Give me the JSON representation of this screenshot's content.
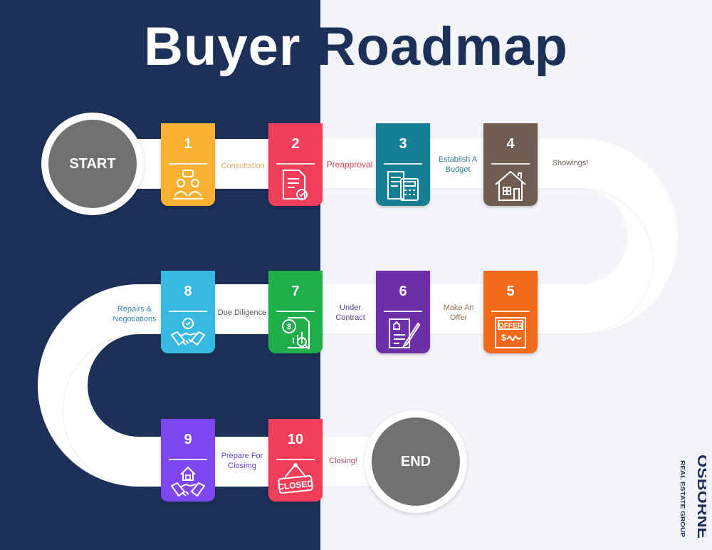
{
  "title": {
    "word1": "Buyer",
    "word2": "Roadmap"
  },
  "start_label": "START",
  "end_label": "END",
  "steps": [
    {
      "num": "1",
      "label": "Consultation",
      "icon": "consultation-icon",
      "color": "#f8b133",
      "label_color": "#e0a96a"
    },
    {
      "num": "2",
      "label": "Preapproval",
      "icon": "document-stamp-icon",
      "color": "#f03e5b",
      "label_color": "#d9415a"
    },
    {
      "num": "3",
      "label": "Establish A Budget",
      "icon": "calculator-icon",
      "color": "#167f93",
      "label_color": "#2c7c8e"
    },
    {
      "num": "4",
      "label": "Showings!",
      "icon": "house-icon",
      "color": "#6f5d52",
      "label_color": "#6b615b"
    },
    {
      "num": "5",
      "label": "Make An Offer",
      "icon": "offer-icon",
      "color": "#f1691a",
      "label_color": "#9a7256"
    },
    {
      "num": "6",
      "label": "Under Contract",
      "icon": "contract-icon",
      "color": "#6d2fa8",
      "label_color": "#58408c"
    },
    {
      "num": "7",
      "label": "Due Diligence",
      "icon": "magnifier-report-icon",
      "color": "#1fae4a",
      "label_color": "#4d5a4f"
    },
    {
      "num": "8",
      "label": "Repairs & Negotiations",
      "icon": "handshake-icon",
      "color": "#38b9e4",
      "label_color": "#3a86b0"
    },
    {
      "num": "9",
      "label": "Prepare For Closimg",
      "icon": "house-handshake-icon",
      "color": "#7d46ef",
      "label_color": "#6a44c9"
    },
    {
      "num": "10",
      "label": "Closing!",
      "icon": "closed-sign-icon",
      "color": "#f03e5b",
      "label_color": "#b7485d"
    }
  ],
  "logo": {
    "name": "OSBORNE",
    "tagline": "REAL ESTATE GROUP",
    "color": "#1c3058"
  }
}
